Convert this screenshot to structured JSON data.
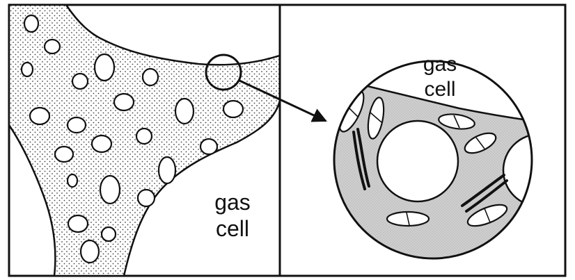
{
  "left_panel": {
    "gas_label_line1": "gas",
    "gas_label_line2": "cell"
  },
  "right_panel": {
    "gas_label_line1": "gas",
    "gas_label_line2": "cell"
  },
  "colors": {
    "ink": "#111111",
    "paper": "#ffffff",
    "dough_stipple": "#444444",
    "magnified_fill": "#c9c9c9"
  }
}
